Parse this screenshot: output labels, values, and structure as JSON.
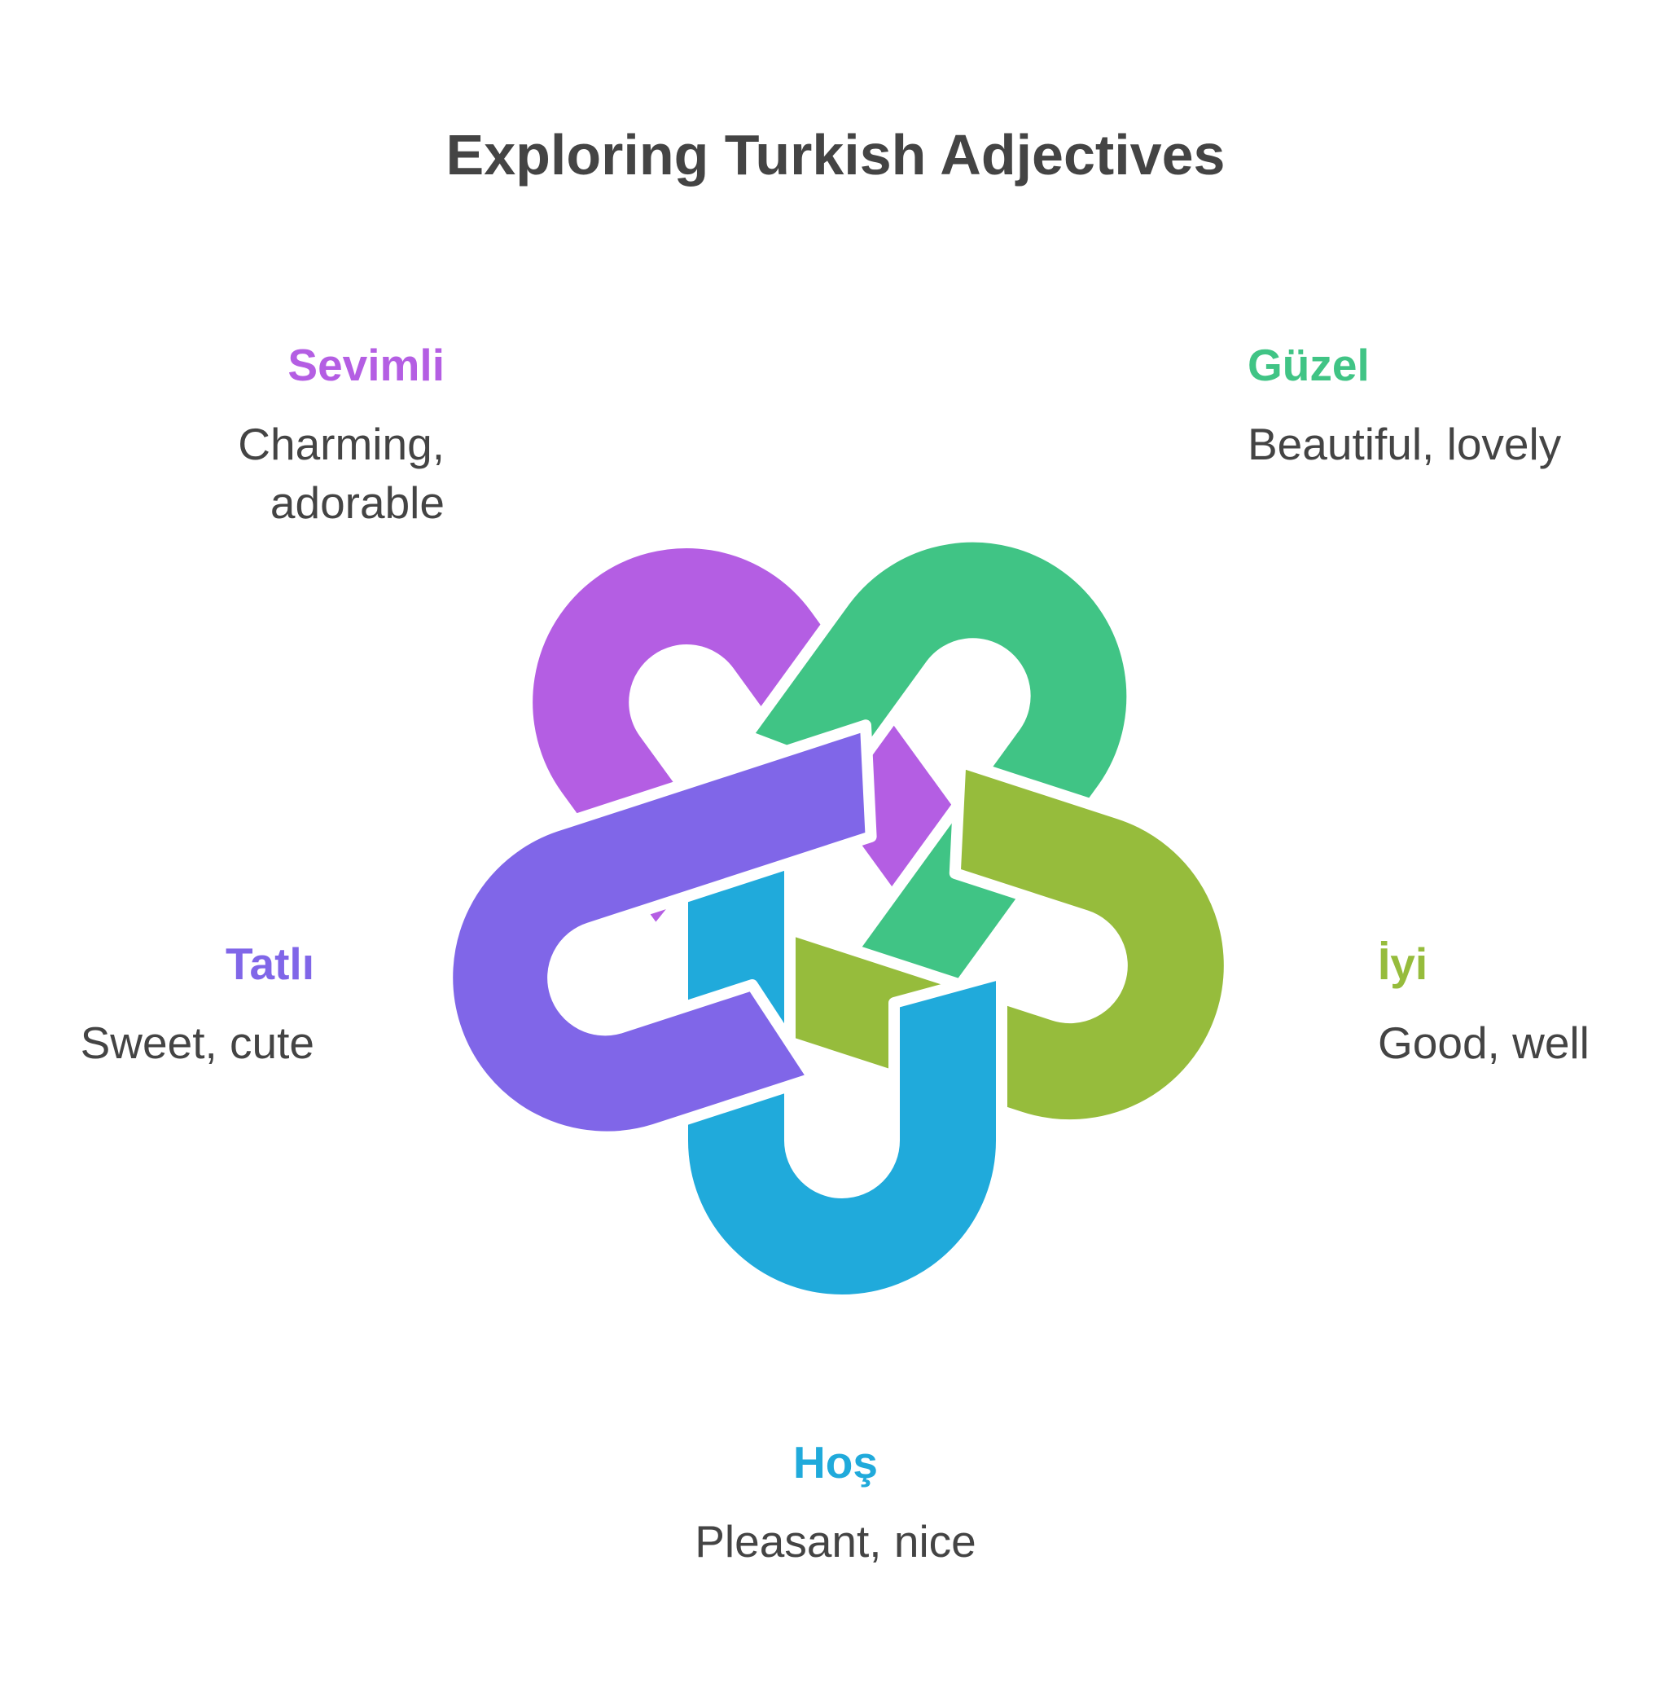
{
  "title": "Exploring Turkish Adjectives",
  "items": [
    {
      "term": "Sevimli",
      "desc_lines": [
        "Charming,",
        "adorable"
      ],
      "color": "#b45ee3"
    },
    {
      "term": "Güzel",
      "desc_lines": [
        "Beautiful, lovely"
      ],
      "color": "#40c485"
    },
    {
      "term": "İyi",
      "desc_lines": [
        "Good, well"
      ],
      "color": "#96bc3c"
    },
    {
      "term": "Hoş",
      "desc_lines": [
        "Pleasant, nice"
      ],
      "color": "#20aadb"
    },
    {
      "term": "Tatlı",
      "desc_lines": [
        "Sweet, cute"
      ],
      "color": "#8066e8"
    }
  ]
}
